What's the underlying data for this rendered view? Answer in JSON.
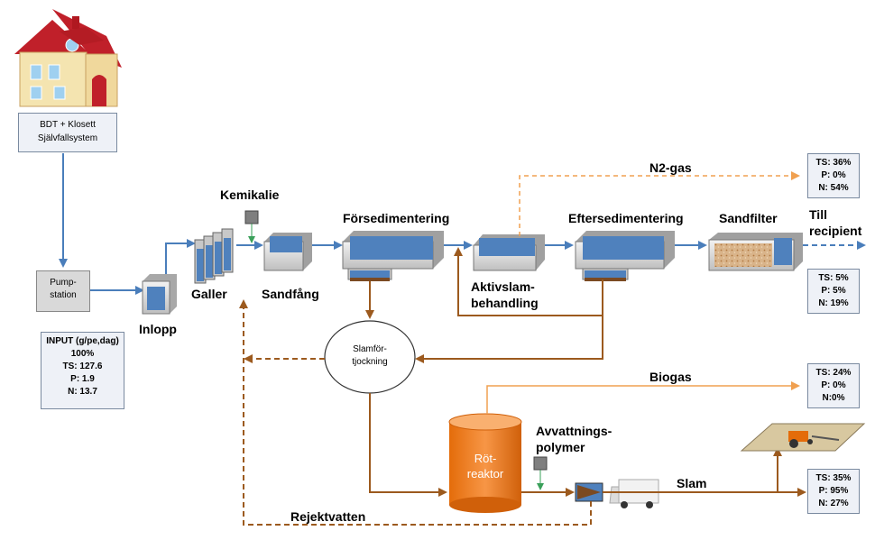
{
  "house": {
    "line1": "BDT + Klosett",
    "line2": "Självfallsystem"
  },
  "pump": {
    "line1": "Pump-",
    "line2": "station"
  },
  "input_box": {
    "lines": [
      "INPUT (g/pe,dag)",
      "100%",
      "TS: 127.6",
      "P: 1.9",
      "N: 13.7"
    ]
  },
  "labels": {
    "inlopp": "Inlopp",
    "galler": "Galler",
    "kemikalie": "Kemikalie",
    "sandfang": "Sandfång",
    "forsed": "Försedimentering",
    "aktiv1": "Aktivslam-",
    "aktiv2": "behandling",
    "eftersed": "Eftersedimentering",
    "sandfilter": "Sandfilter",
    "till1": "Till",
    "till2": "recipient",
    "n2gas": "N2-gas",
    "biogas": "Biogas",
    "avv1": "Avvattnings-",
    "avv2": "polymer",
    "slam": "Slam",
    "rejekt": "Rejektvatten"
  },
  "slamfort": {
    "line1": "Slamför-",
    "line2": "tjockning"
  },
  "reaktor": {
    "line1": "Röt-",
    "line2": "reaktor"
  },
  "n2_box": {
    "lines": [
      "TS: 36%",
      "P: 0%",
      "N: 54%"
    ]
  },
  "recipient_box": {
    "lines": [
      "TS: 5%",
      "P: 5%",
      "N: 19%"
    ]
  },
  "biogas_box": {
    "lines": [
      "TS: 24%",
      "P: 0%",
      "N:0%"
    ]
  },
  "slam_box": {
    "lines": [
      "TS: 35%",
      "P: 95%",
      "N: 27%"
    ]
  },
  "colors": {
    "water": "#4a7ebb",
    "sludge": "#9c5a1e",
    "gas": "#f0a050",
    "tank": "#4f81bd",
    "reactor": "#e46c0a"
  }
}
